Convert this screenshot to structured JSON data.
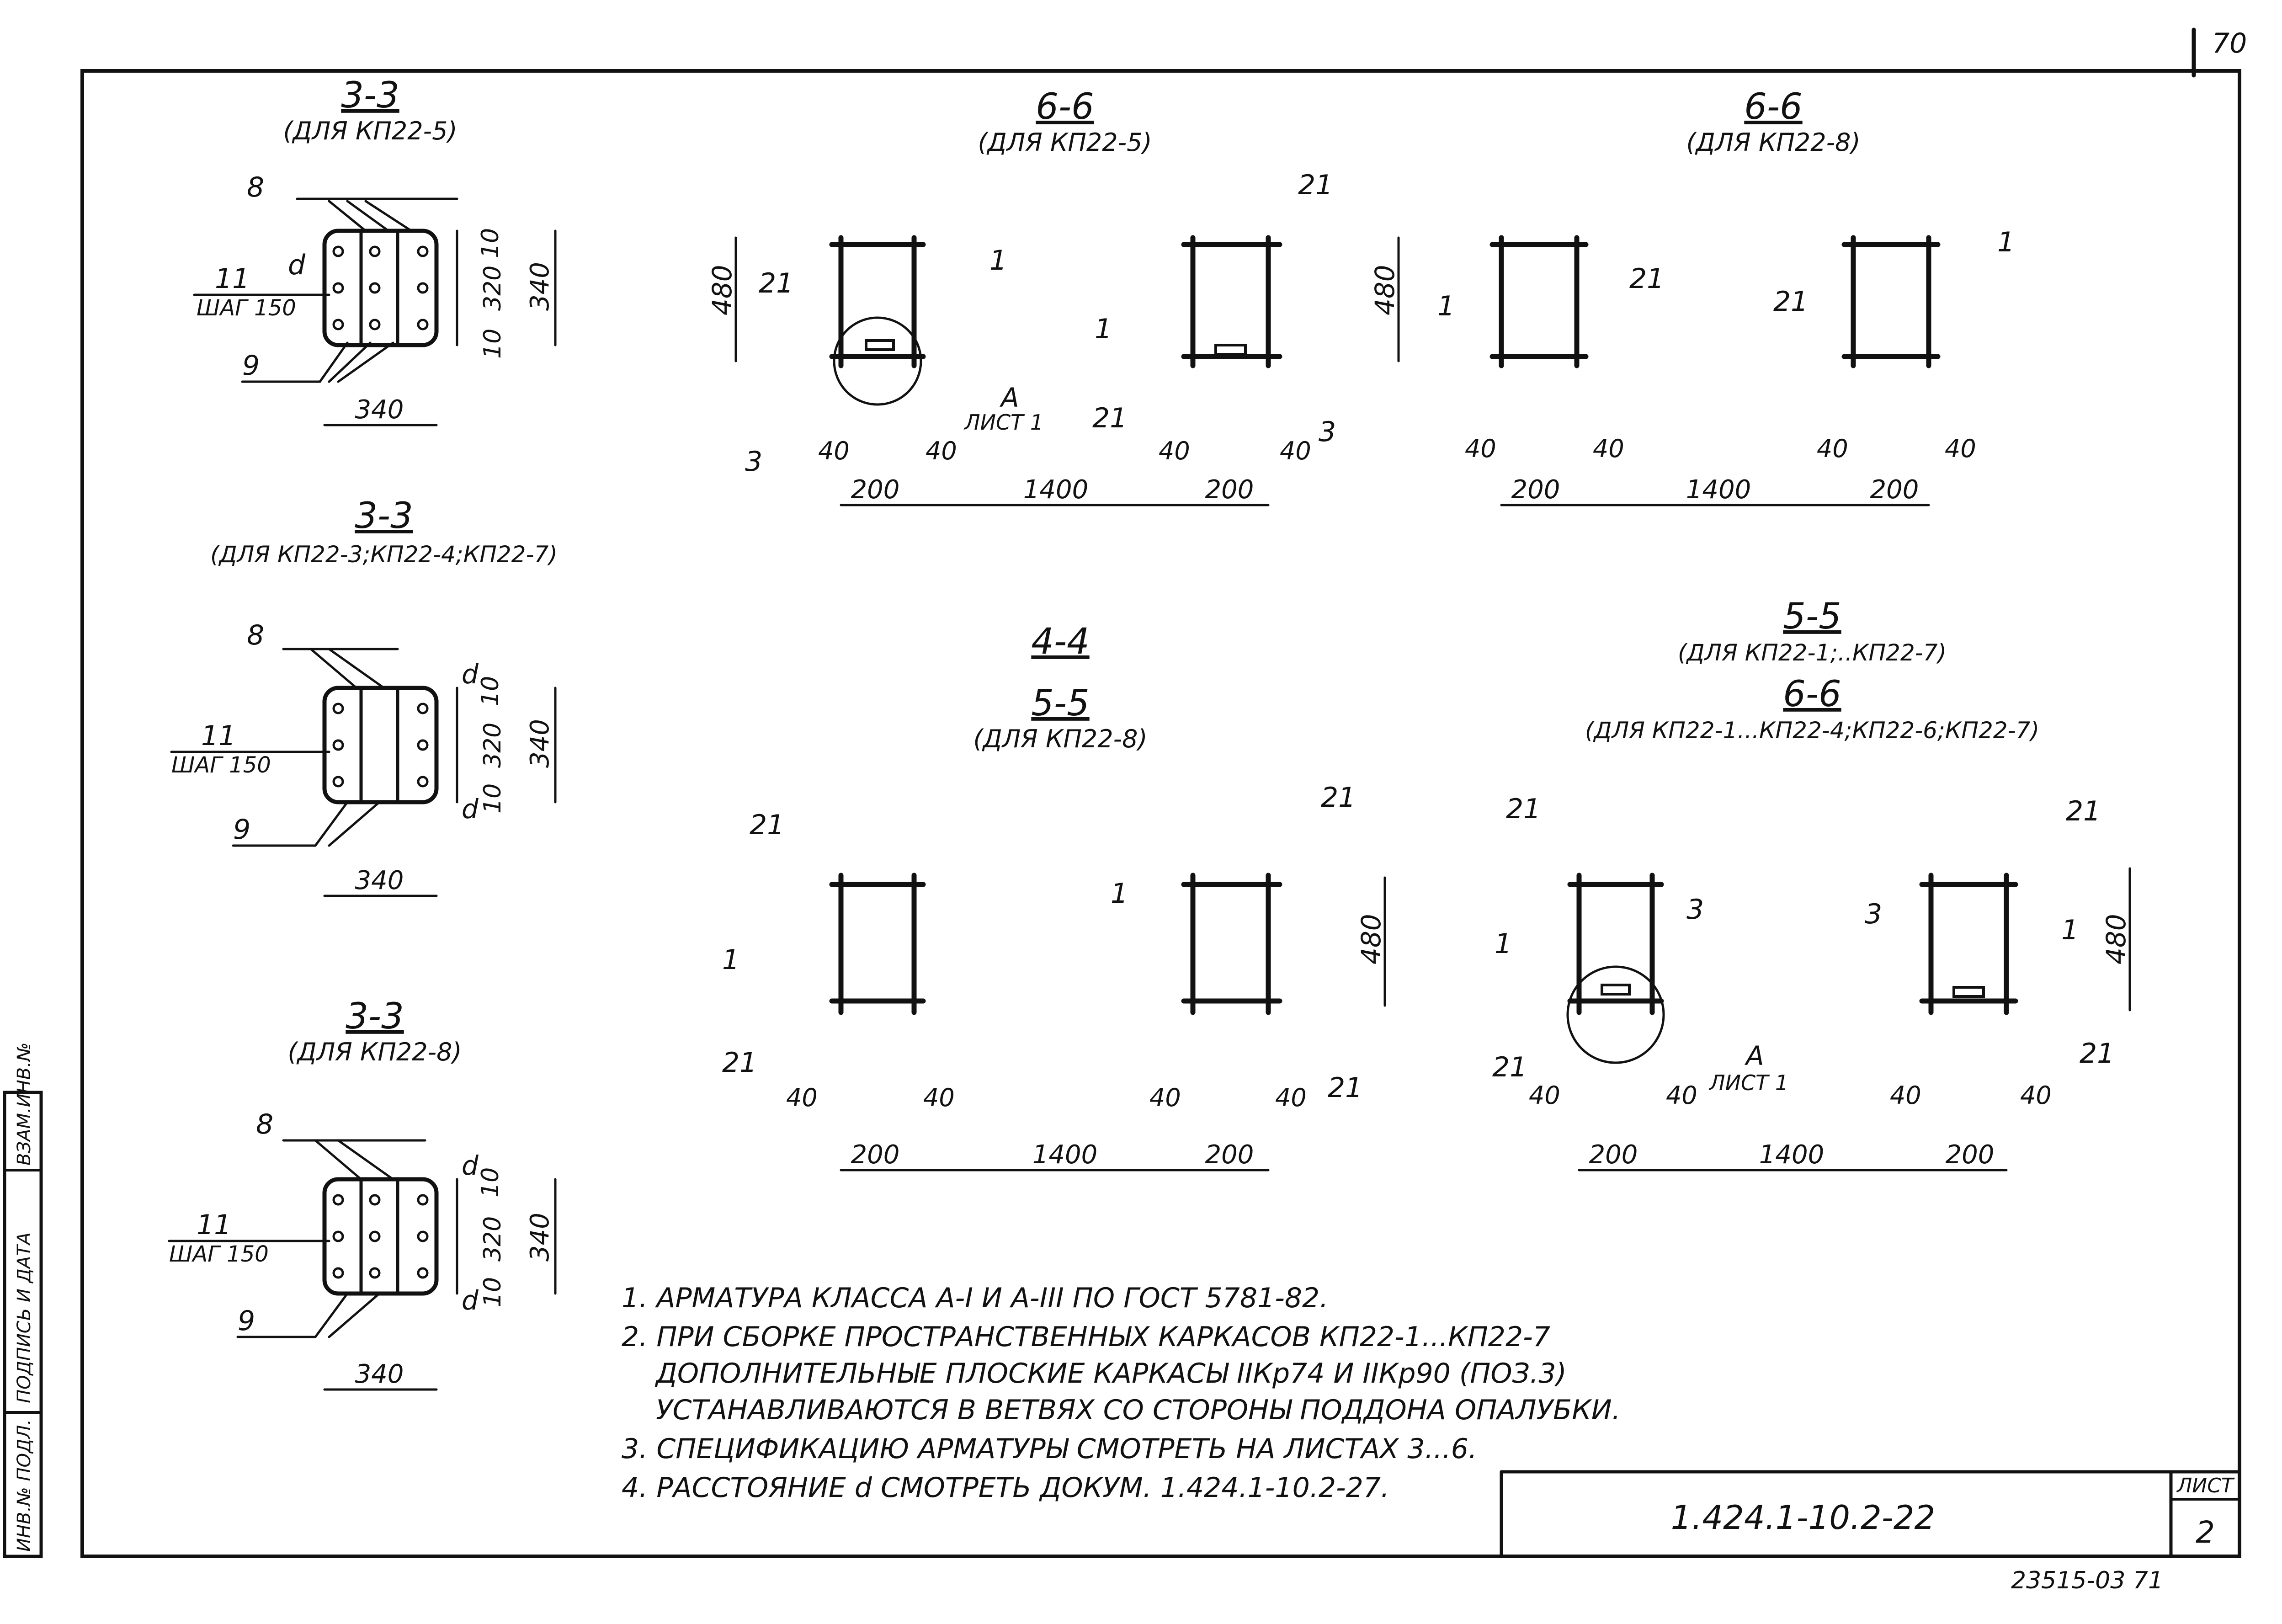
{
  "page_number": "70",
  "sections": {
    "s33_a": {
      "title": "3-3",
      "subtitle": "(ДЛЯ КП22-5)"
    },
    "s33_b": {
      "title": "3-3",
      "subtitle": "(ДЛЯ КП22-3;КП22-4;КП22-7)"
    },
    "s33_c": {
      "title": "3-3",
      "subtitle": "(ДЛЯ КП22-8)"
    },
    "s66_a": {
      "title": "6-6",
      "subtitle": "(ДЛЯ КП22-5)"
    },
    "s66_b": {
      "title": "6-6",
      "subtitle": "(ДЛЯ КП22-8)"
    },
    "s44": {
      "title": "4-4",
      "title2": "5-5",
      "subtitle": "(ДЛЯ КП22-8)"
    },
    "s55": {
      "title": "5-5",
      "subtitle": "(ДЛЯ КП22-1;..КП22-7)",
      "title2": "6-6",
      "subtitle2": "(ДЛЯ КП22-1...КП22-4;КП22-6;КП22-7)"
    }
  },
  "labels": {
    "pos1": "1",
    "pos3": "3",
    "pos8": "8",
    "pos9": "9",
    "pos11": "11",
    "pos21": "21",
    "step": "ШАГ 150",
    "d": "d",
    "dim10": "10",
    "dim320": "320",
    "dim340": "340",
    "dim40": "40",
    "dim200": "200",
    "dim1400": "1400",
    "dim480": "480",
    "callout_a": "А",
    "callout_sheet": "ЛИСТ 1"
  },
  "notes": [
    "1. АРМАТУРА КЛАССА А-I И А-III ПО ГОСТ 5781-82.",
    "2. ПРИ СБОРКЕ ПРОСТРАНСТВЕННЫХ  КАРКАСОВ  КП22-1...КП22-7",
    "ДОПОЛНИТЕЛЬНЫЕ  ПЛОСКИЕ  КАРКАСЫ  IIКр74 И IIКр90 (ПОЗ.3)",
    "УСТАНАВЛИВАЮТСЯ  В  ВЕТВЯХ  СО СТОРОНЫ  ПОДДОНА  ОПАЛУБКИ.",
    "3. СПЕЦИФИКАЦИЮ  АРМАТУРЫ  СМОТРЕТЬ  НА  ЛИСТАХ  3...6.",
    "4. РАССТОЯНИЕ  d  СМОТРЕТЬ  ДОКУМ. 1.424.1-10.2-27."
  ],
  "side_stamp": [
    "ИНВ.№ ПОДЛ.",
    "ПОДПИСЬ И ДАТА",
    "ВЗАМ.ИНВ.№"
  ],
  "title_block": {
    "doc_code": "1.424.1-10.2-22",
    "sheet_label": "ЛИСТ",
    "sheet_no": "2"
  },
  "bottom_code": "23515-03  71"
}
